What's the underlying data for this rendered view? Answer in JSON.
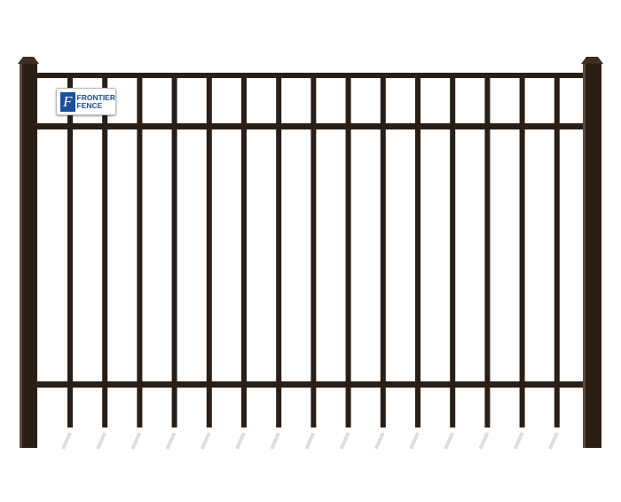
{
  "logo": {
    "line1": "FRONTIER",
    "line2": "FENCE",
    "monogram": "F"
  },
  "colors": {
    "metal": "#2a1f17",
    "highlight": "#5a4a3e",
    "brand": "#1b4f9c"
  },
  "fence": {
    "pickets": 15
  }
}
